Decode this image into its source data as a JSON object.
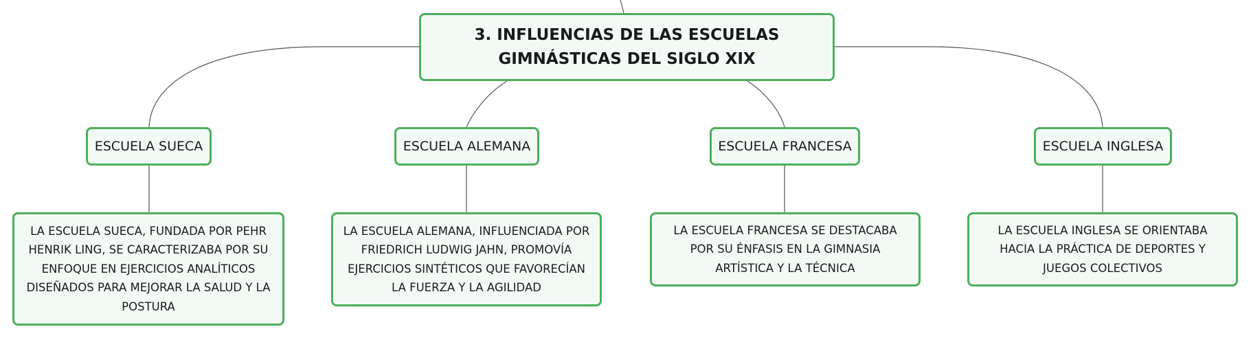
{
  "root": {
    "title": "3. INFLUENCIAS DE LAS ESCUELAS GIMNÁSTICAS DEL SIGLO XIX"
  },
  "branches": [
    {
      "label": "ESCUELA SUECA",
      "description": "LA ESCUELA SUECA, FUNDADA POR PEHR HENRIK LING, SE CARACTERIZABA POR SU ENFOQUE EN EJERCICIOS ANALÍTICOS DISEÑADOS PARA MEJORAR LA SALUD Y LA POSTURA"
    },
    {
      "label": "ESCUELA ALEMANA",
      "description": "LA ESCUELA ALEMANA, INFLUENCIADA POR FRIEDRICH LUDWIG JAHN, PROMOVÍA EJERCICIOS SINTÉTICOS QUE FAVORECÍAN LA FUERZA Y LA AGILIDAD"
    },
    {
      "label": "ESCUELA FRANCESA",
      "description": "LA ESCUELA FRANCESA SE DESTACABA POR SU ÉNFASIS EN LA GIMNASIA ARTÍSTICA Y LA TÉCNICA"
    },
    {
      "label": "ESCUELA INGLESA",
      "description": "LA ESCUELA INGLESA SE ORIENTABA HACIA LA PRÁCTICA DE DEPORTES Y JUEGOS COLECTIVOS"
    }
  ],
  "colors": {
    "node_border": "#4caf5c",
    "node_fill": "#f3faf5",
    "connector": "#555555"
  }
}
